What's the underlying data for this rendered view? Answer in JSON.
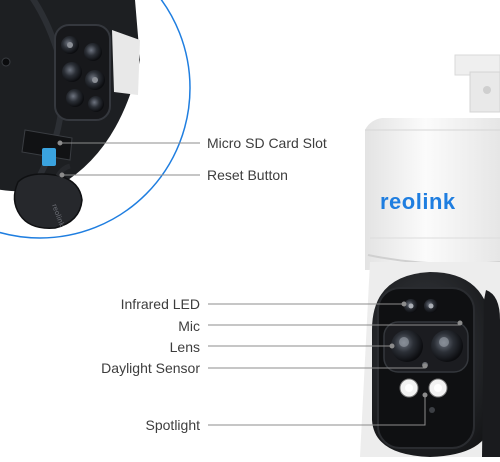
{
  "brand": {
    "logo_text": "reolink",
    "logo_color": "#1f7ee0"
  },
  "callouts": {
    "micro_sd": "Micro SD Card Slot",
    "reset": "Reset Button",
    "infrared_led": "Infrared LED",
    "mic": "Mic",
    "lens": "Lens",
    "daylight_sensor": "Daylight Sensor",
    "spotlight": "Spotlight"
  },
  "colors": {
    "circle_outline": "#1f7ee0",
    "leader_line": "#8c8c8c",
    "camera_body": "#222428",
    "camera_housing": "#f4f4f4",
    "sd_card": "#3aa3df"
  }
}
